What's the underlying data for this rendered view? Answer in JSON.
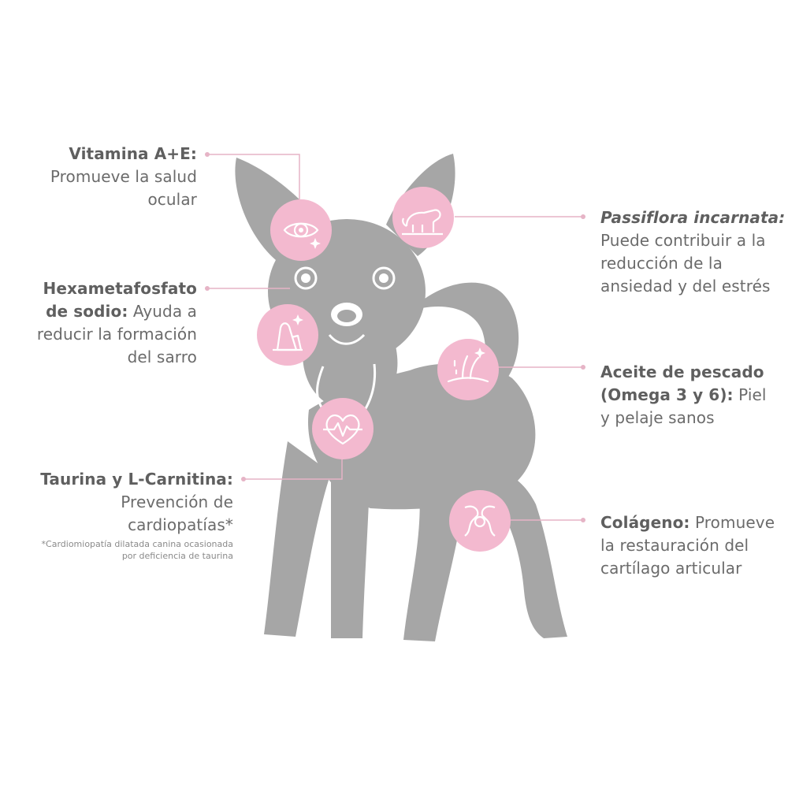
{
  "colors": {
    "dog": "#a6a6a6",
    "accent_pink": "#f3b9cf",
    "leader_line": "#e6b4c6",
    "text": "#6b6b6b"
  },
  "benefits": [
    {
      "icon": "eye-icon",
      "title": "Vitamina A+E:",
      "text_lines": [
        "Promueve la salud",
        "ocular"
      ]
    },
    {
      "icon": "tooth-sparkle-icon",
      "title_lines": [
        "Hexametafosfato",
        "de sodio:"
      ],
      "text_first": " Ayuda a",
      "text_lines": [
        "reducir la formación",
        "del sarro"
      ]
    },
    {
      "icon": "heartbeat-icon",
      "title": "Taurina y L-Carnitina:",
      "text_lines": [
        "Prevención de",
        "cardiopatías*"
      ]
    },
    {
      "icon": "calm-dog-icon",
      "title": "Passiflora incarnata:",
      "text_lines": [
        "Puede contribuir a la",
        "reducción de la",
        "ansiedad y del estrés"
      ]
    },
    {
      "icon": "hair-follicle-icon",
      "title_lines": [
        "Aceite de pescado",
        "(Omega 3 y 6):"
      ],
      "text_first": " Piel",
      "text_lines": [
        "y pelaje sanos"
      ]
    },
    {
      "icon": "joint-icon",
      "title": "Colágeno:",
      "text_first": " Promueve",
      "text_lines": [
        "la restauración del",
        "cartílago articular"
      ]
    }
  ],
  "footnote": [
    "*Cardiomiopatía dilatada canina ocasionada",
    "por deficiencia de taurina"
  ]
}
